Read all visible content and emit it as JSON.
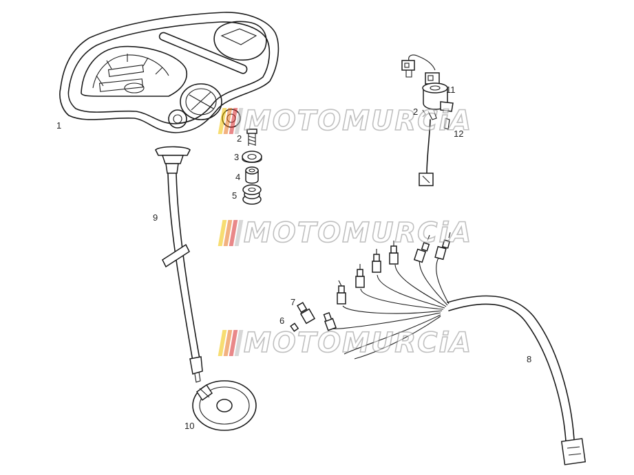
{
  "watermark": {
    "text": "MOTOMURCiA",
    "stripe_colors": [
      "#f2c200",
      "#e8731a",
      "#d8282a",
      "#b7b7b7"
    ]
  },
  "callouts": {
    "p1": "1",
    "p2a": "2",
    "p2b": "2",
    "p3": "3",
    "p4": "4",
    "p5": "5",
    "p6": "6",
    "p7": "7",
    "p8": "8",
    "p9": "9",
    "p10": "10",
    "p11": "11",
    "p12": "12"
  }
}
